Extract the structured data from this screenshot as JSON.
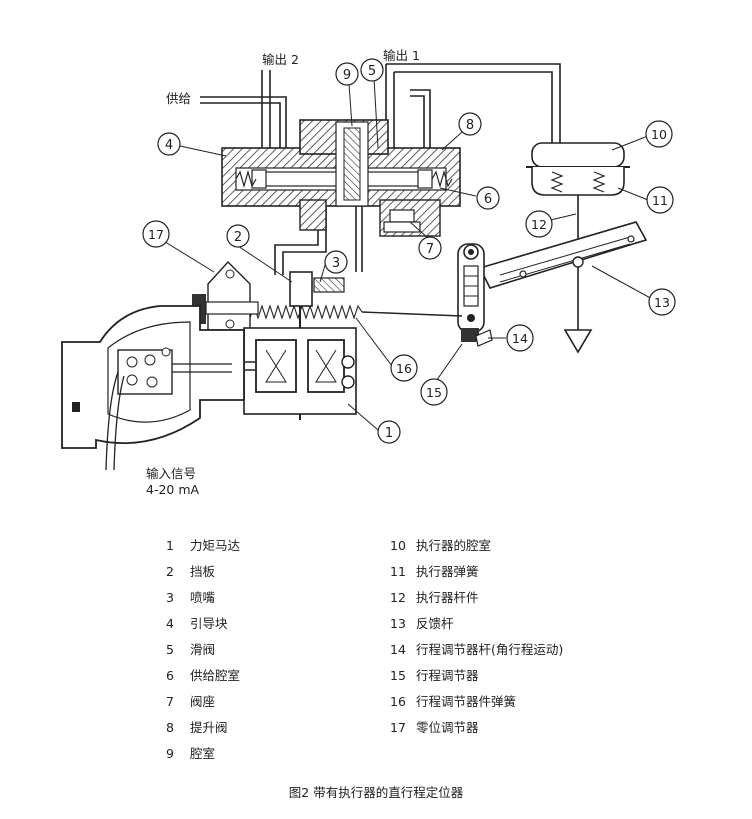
{
  "diagram": {
    "labels": {
      "output2": "输出 2",
      "output1": "输出 1",
      "supply": "供给",
      "input_signal": "输入信号",
      "input_range": "4-20 mA"
    },
    "callouts": [
      "1",
      "2",
      "3",
      "4",
      "5",
      "6",
      "7",
      "8",
      "9",
      "10",
      "11",
      "12",
      "13",
      "14",
      "15",
      "16",
      "17"
    ]
  },
  "legend": {
    "left": [
      {
        "num": "1",
        "text": "力矩马达"
      },
      {
        "num": "2",
        "text": "挡板"
      },
      {
        "num": "3",
        "text": "喷嘴"
      },
      {
        "num": "4",
        "text": "引导块"
      },
      {
        "num": "5",
        "text": "滑阀"
      },
      {
        "num": "6",
        "text": "供给腔室"
      },
      {
        "num": "7",
        "text": "阀座"
      },
      {
        "num": "8",
        "text": "提升阀"
      },
      {
        "num": "9",
        "text": "腔室"
      }
    ],
    "right": [
      {
        "num": "10",
        "text": "执行器的腔室"
      },
      {
        "num": "11",
        "text": "执行器弹簧"
      },
      {
        "num": "12",
        "text": "执行器杆件"
      },
      {
        "num": "13",
        "text": "反馈杆"
      },
      {
        "num": "14",
        "text": "行程调节器杆(角行程运动)"
      },
      {
        "num": "15",
        "text": "行程调节器"
      },
      {
        "num": "16",
        "text": "行程调节器件弹簧"
      },
      {
        "num": "17",
        "text": "零位调节器"
      }
    ]
  },
  "caption": "图2 带有执行器的直行程定位器"
}
